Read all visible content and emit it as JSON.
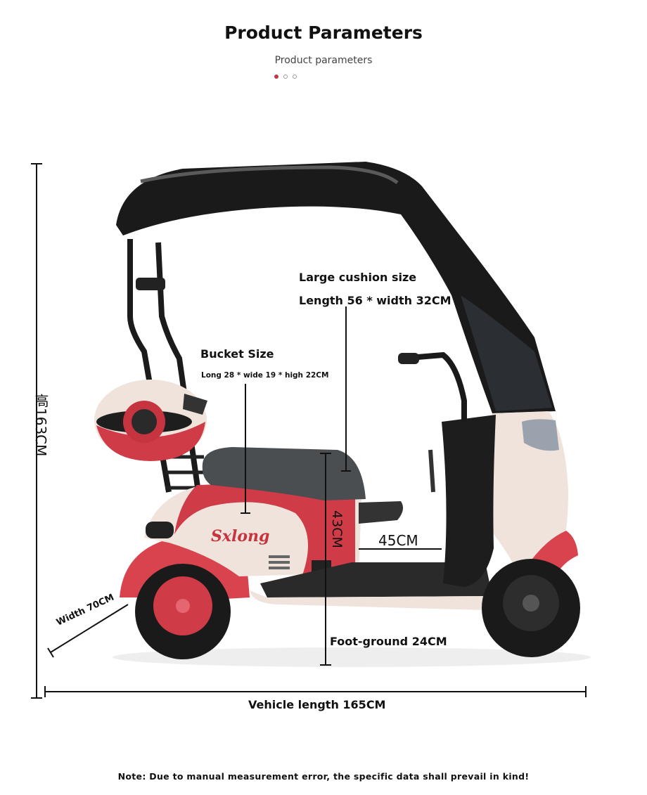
{
  "header": {
    "title": "Product Parameters",
    "subtitle": "Product parameters"
  },
  "dims": {
    "height": "高163CM",
    "cushion_title": "Large cushion size",
    "cushion_size": "Length 56 * width 32CM",
    "bucket_title": "Bucket Size",
    "bucket_size": "Long 28 * wide 19 * high 22CM",
    "seat_height": "43CM",
    "seat_to_pedal": "45CM",
    "width": "Width 70CM",
    "foot_ground": "Foot-ground 24CM",
    "vehicle_length": "Vehicle length 165CM"
  },
  "vehicle": {
    "brand": "Sxlong"
  },
  "footer": {
    "note": "Note: Due to manual measurement error, the specific data shall prevail in kind!"
  },
  "colors": {
    "accent_red": "#d8434d",
    "canopy_black": "#1a1a1a",
    "body_cream": "#efe3dc",
    "seat_gray": "#4a4e50",
    "dot_red": "#c0394a"
  }
}
